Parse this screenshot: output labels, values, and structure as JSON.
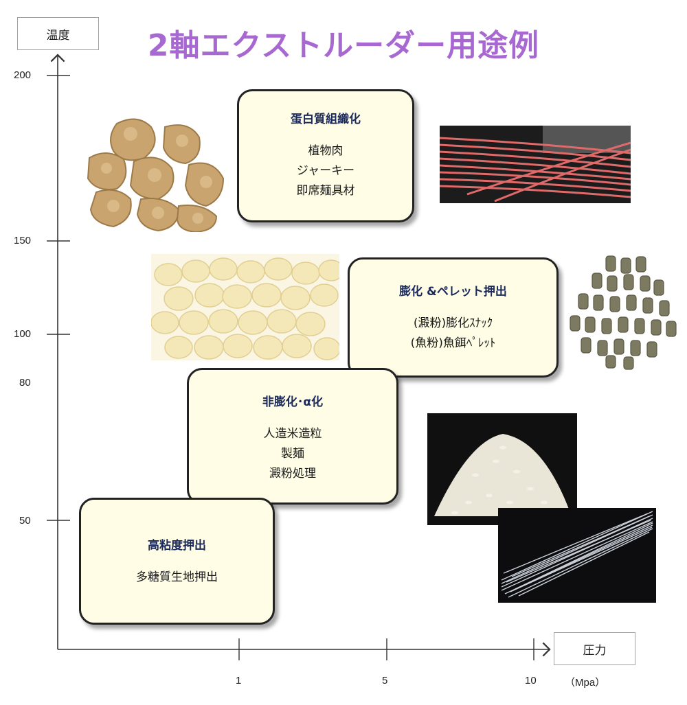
{
  "title": "2軸エクストルーダー用途例",
  "axes": {
    "y_label": "温度",
    "x_label": "圧力",
    "x_unit": "（Mpa）",
    "y_ticks": [
      "200",
      "150",
      "100",
      "80",
      "50"
    ],
    "x_ticks": [
      "1",
      "5",
      "10"
    ]
  },
  "cards": {
    "protein": {
      "title": "蛋白質組織化",
      "items": [
        "植物肉",
        "ジャーキー",
        "即席麺具材"
      ]
    },
    "puffing": {
      "title": "膨化 &ペレット押出",
      "items": [
        "(澱粉)膨化ｽﾅｯｸ",
        "(魚粉)魚餌ﾍﾟﾚｯﾄ"
      ]
    },
    "nonpuff": {
      "title": "非膨化･α化",
      "items": [
        "人造米造粒",
        "製麺",
        "澱粉処理"
      ]
    },
    "viscous": {
      "title": "高粘度押出",
      "items": [
        "多糖質生地押出"
      ]
    }
  },
  "photos": {
    "textured_protein": "textured-protein-photo",
    "red_strands": "red-strands-photo",
    "puffed_snacks": "puffed-snack-photo",
    "fish_pellets": "fish-pellet-photo",
    "rice_grains": "artificial-rice-photo",
    "noodles": "noodle-photo"
  }
}
